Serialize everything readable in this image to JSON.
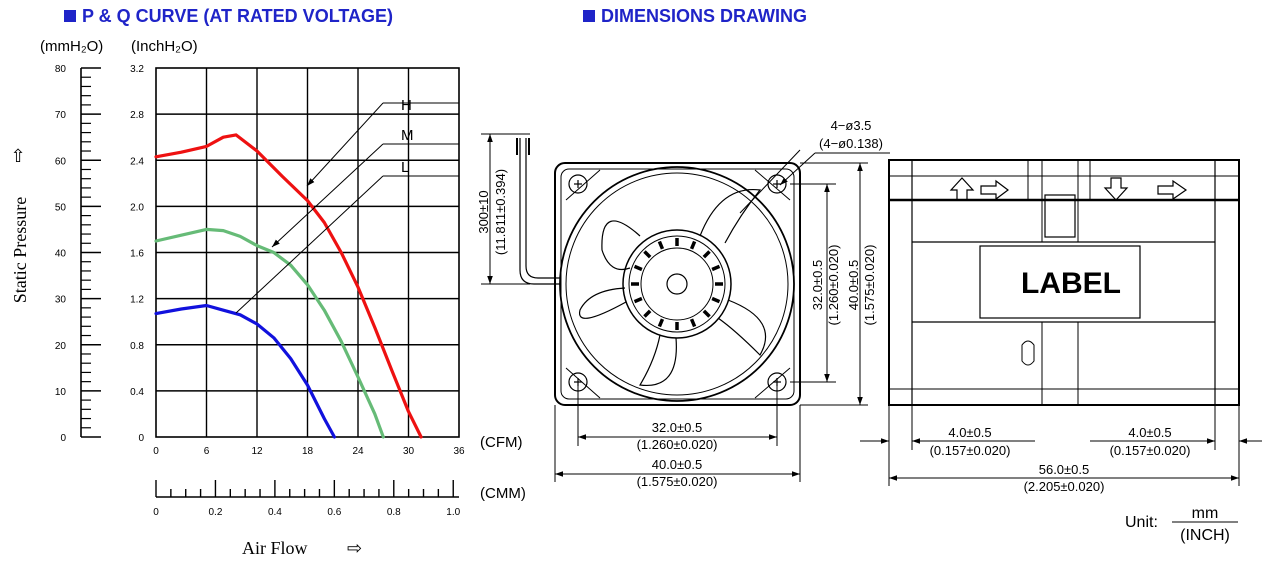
{
  "headers": {
    "pq_curve": "P & Q CURVE (AT RATED VOLTAGE)",
    "dimensions": "DIMENSIONS DRAWING"
  },
  "colors": {
    "header_blue": "#1f24c8",
    "curve_h": "#ee1111",
    "curve_m": "#66bb77",
    "curve_l": "#1111dd"
  },
  "chart_data": {
    "type": "line",
    "y_unit_left": "(mmH₂O)",
    "y_unit_right": "(InchH₂O)",
    "ylabel": "Static Pressure",
    "ylabel_arrow": "⇧",
    "xlabel": "Air Flow",
    "xlabel_arrow": "⇨",
    "x_unit_cfm": "(CFM)",
    "x_unit_cmm": "(CMM)",
    "y_ticks_mmh2o": [
      "0",
      "10",
      "20",
      "30",
      "40",
      "50",
      "60",
      "70",
      "80"
    ],
    "y_ticks_inch": [
      "0",
      "0.4",
      "0.8",
      "1.2",
      "1.6",
      "2.0",
      "2.4",
      "2.8",
      "3.2"
    ],
    "x_ticks_cfm": [
      "0",
      "6",
      "12",
      "18",
      "24",
      "30",
      "36"
    ],
    "x_ticks_cmm": [
      "0",
      "0.2",
      "0.4",
      "0.6",
      "0.8",
      "1.0"
    ],
    "xlim_cfm": [
      0,
      36
    ],
    "ylim_inch": [
      0,
      3.2
    ],
    "grid": true,
    "series": [
      {
        "name": "H",
        "color": "#ee1111",
        "x": [
          0,
          3,
          6,
          8,
          9.5,
          12,
          15,
          18,
          20,
          22,
          24,
          26,
          28,
          30,
          31.5
        ],
        "y": [
          2.43,
          2.47,
          2.52,
          2.6,
          2.62,
          2.48,
          2.26,
          2.05,
          1.86,
          1.6,
          1.3,
          0.95,
          0.58,
          0.22,
          0
        ]
      },
      {
        "name": "M",
        "color": "#66bb77",
        "x": [
          0,
          3,
          6,
          8,
          10,
          12,
          14,
          16,
          18,
          20,
          22,
          24,
          26,
          27
        ],
        "y": [
          1.7,
          1.75,
          1.8,
          1.79,
          1.74,
          1.66,
          1.6,
          1.49,
          1.32,
          1.1,
          0.83,
          0.52,
          0.2,
          0
        ]
      },
      {
        "name": "L",
        "color": "#1111dd",
        "x": [
          0,
          3,
          6,
          8,
          10,
          12,
          14,
          16,
          18,
          20,
          21.2
        ],
        "y": [
          1.07,
          1.11,
          1.14,
          1.1,
          1.06,
          0.98,
          0.86,
          0.68,
          0.45,
          0.16,
          0
        ]
      }
    ]
  },
  "drawing": {
    "lead_length": "300±10",
    "lead_length_inch": "(11.811±0.394)",
    "hole_dia": "4−ø3.5",
    "hole_dia_inch": "(4−ø0.138)",
    "hole_pitch": "32.0±0.5",
    "hole_pitch_inch": "(1.260±0.020)",
    "frame_size": "40.0±0.5",
    "frame_size_inch": "(1.575±0.020)",
    "flange_left": "4.0±0.5",
    "flange_left_inch": "(0.157±0.020)",
    "flange_right": "4.0±0.5",
    "flange_right_inch": "(0.157±0.020)",
    "depth": "56.0±0.5",
    "depth_inch": "(2.205±0.020)",
    "label_text": "LABEL",
    "unit_label": "Unit:",
    "unit_mm": "mm",
    "unit_inch": "(INCH)"
  }
}
